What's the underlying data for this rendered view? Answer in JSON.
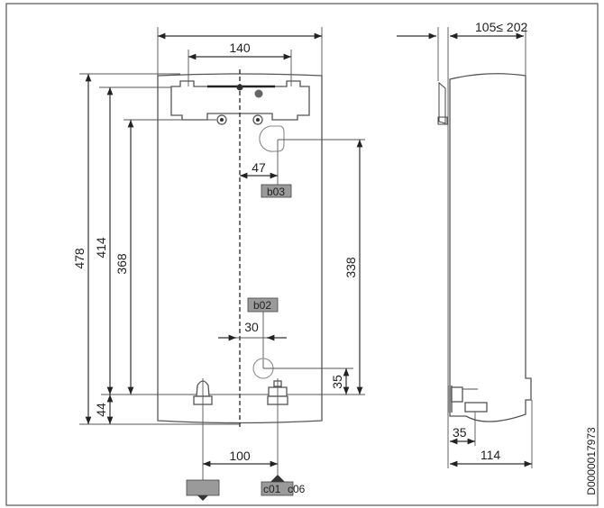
{
  "front_view": {
    "dimensions": {
      "overall_height": "478",
      "mount_height": "414",
      "screw_height": "368",
      "bottom_offset": "44",
      "bracket_width": "140",
      "outlet_offset": "47",
      "inlet_height": "338",
      "b02_offset": "30",
      "b02_height": "35",
      "pipe_spacing": "100"
    },
    "labels": {
      "b03": "b03",
      "b02": "b02",
      "c01": "c01",
      "c06": "c06"
    }
  },
  "side_view": {
    "dimensions": {
      "depth_range": "105≤ 202",
      "pipe_depth": "35",
      "body_depth": "114"
    }
  },
  "drawing_id": "D0000017973",
  "colors": {
    "label_fill": "#9a9a9a",
    "line": "#333333"
  }
}
